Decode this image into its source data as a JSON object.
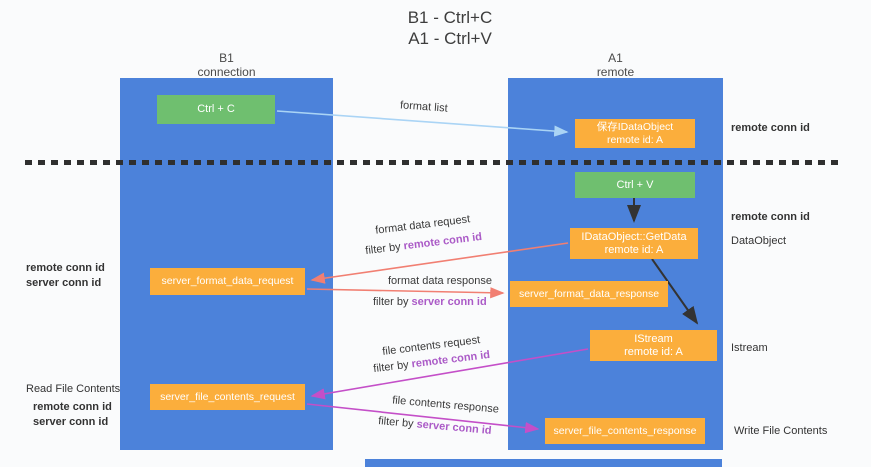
{
  "title": {
    "line1": "B1 - Ctrl+C",
    "line2": "A1 - Ctrl+V"
  },
  "columns": {
    "left": {
      "title": "B1",
      "subtitle": "connection"
    },
    "right": {
      "title": "A1",
      "subtitle": "remote"
    }
  },
  "boxes": {
    "ctrl_c": {
      "label": "Ctrl + C"
    },
    "save_idataobject": {
      "line1": "保存IDataObject",
      "line2": "remote id: A"
    },
    "ctrl_v": {
      "label": "Ctrl + V"
    },
    "getdata": {
      "line1": "IDataObject::GetData",
      "line2": "remote id: A"
    },
    "server_format_data_request": {
      "label": "server_format_data_request"
    },
    "server_format_data_response": {
      "label": "server_format_data_response"
    },
    "istream": {
      "line1": "IStream",
      "line2": "remote id: A"
    },
    "server_file_contents_request": {
      "label": "server_file_contents_request"
    },
    "server_file_contents_response": {
      "label": "server_file_contents_response"
    }
  },
  "arrow_labels": {
    "format_list": "format list",
    "format_data_request": {
      "title": "format data request",
      "filter_prefix": "filter by ",
      "filter_key": "remote conn id"
    },
    "format_data_response": {
      "title": "format data response",
      "filter_prefix": "filter by ",
      "filter_key": "server conn id"
    },
    "file_contents_request": {
      "title": "file contents request",
      "filter_prefix": "filter by ",
      "filter_key": "remote conn id"
    },
    "file_contents_response": {
      "title": "file contents response",
      "filter_prefix": "filter by ",
      "filter_key": "server conn id"
    }
  },
  "side_labels": {
    "right_remote_conn_id_top": "remote conn id",
    "right_remote_conn_id_mid": "remote conn id",
    "dataobject": "DataObject",
    "istream": "Istream",
    "write_file_contents": "Write File Contents",
    "left_remote_conn_id_top": "remote conn id",
    "left_server_conn_id_top": "server conn id",
    "read_file_contents": "Read File Contents",
    "left_remote_conn_id_bottom": "remote conn id",
    "left_server_conn_id_bottom": "server conn id"
  },
  "colors": {
    "column_blue": "#4c82da",
    "box_green": "#6fbf6f",
    "box_orange": "#fbae3c",
    "purple_text": "#ab5bc7",
    "green_text": "#6cb96c",
    "salmon_arrow": "#f17f72",
    "magenta_arrow": "#c44fc8",
    "light_blue_arrow": "#aad4f5",
    "black_arrow": "#333333"
  }
}
